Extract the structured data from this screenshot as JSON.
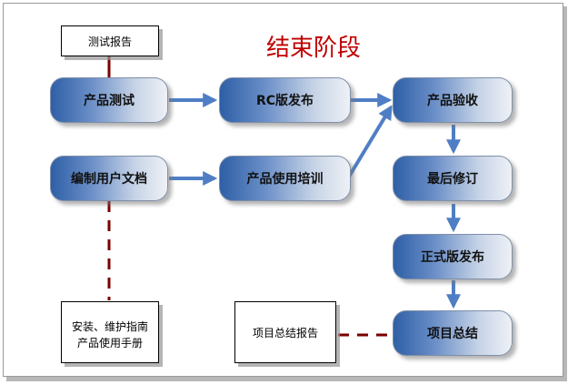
{
  "title": "结束阶段",
  "nodes": {
    "product_test": "产品测试",
    "rc_release": "RC版发布",
    "product_acceptance": "产品验收",
    "user_docs": "编制用户文档",
    "usage_training": "产品使用培训",
    "final_revision": "最后修订",
    "official_release": "正式版发布",
    "project_summary": "项目总结"
  },
  "documents": {
    "test_report": "测试报告",
    "manuals_line1": "安装、维护指南",
    "manuals_line2": "产品使用手册",
    "summary_report": "项目总结报告"
  },
  "colors": {
    "title": "#c00000",
    "node_dark": "#2e5fa6",
    "node_light": "#eef1f6",
    "arrow": "#4f7ec4",
    "dashed_link": "#7a0000"
  }
}
